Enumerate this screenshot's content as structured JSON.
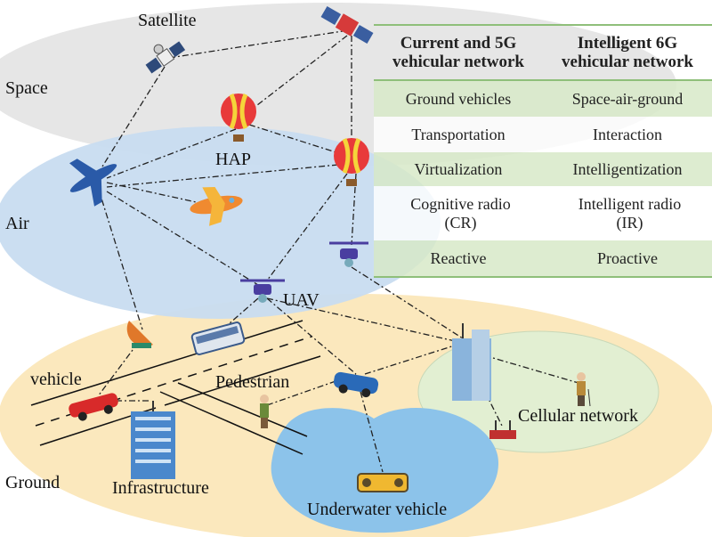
{
  "labels": {
    "satellite": "Satellite",
    "space": "Space",
    "hap": "HAP",
    "air": "Air",
    "uav": "UAV",
    "vehicle": "vehicle",
    "pedestrian": "Pedestrian",
    "cellular": "Cellular network",
    "ground": "Ground",
    "infrastructure": "Infrastructure",
    "underwater": "Underwater vehicle"
  },
  "table": {
    "headers": [
      "Current and 5G vehicular network",
      "Intelligent 6G vehicular network"
    ],
    "rows": [
      [
        "Ground vehicles",
        "Space-air-ground"
      ],
      [
        "Transportation",
        "Interaction"
      ],
      [
        "Virtualization",
        "Intelligentization"
      ],
      [
        "Cognitive radio (CR)",
        "Intelligent radio (IR)"
      ],
      [
        "Reactive",
        "Proactive"
      ]
    ]
  },
  "colors": {
    "space": "#e6e6e6",
    "air": "#c8dcf0",
    "ground": "#fbe8bd",
    "cellular": "#e2efd2",
    "water": "#8cc3ea",
    "table_green": "#d7e9c8"
  }
}
